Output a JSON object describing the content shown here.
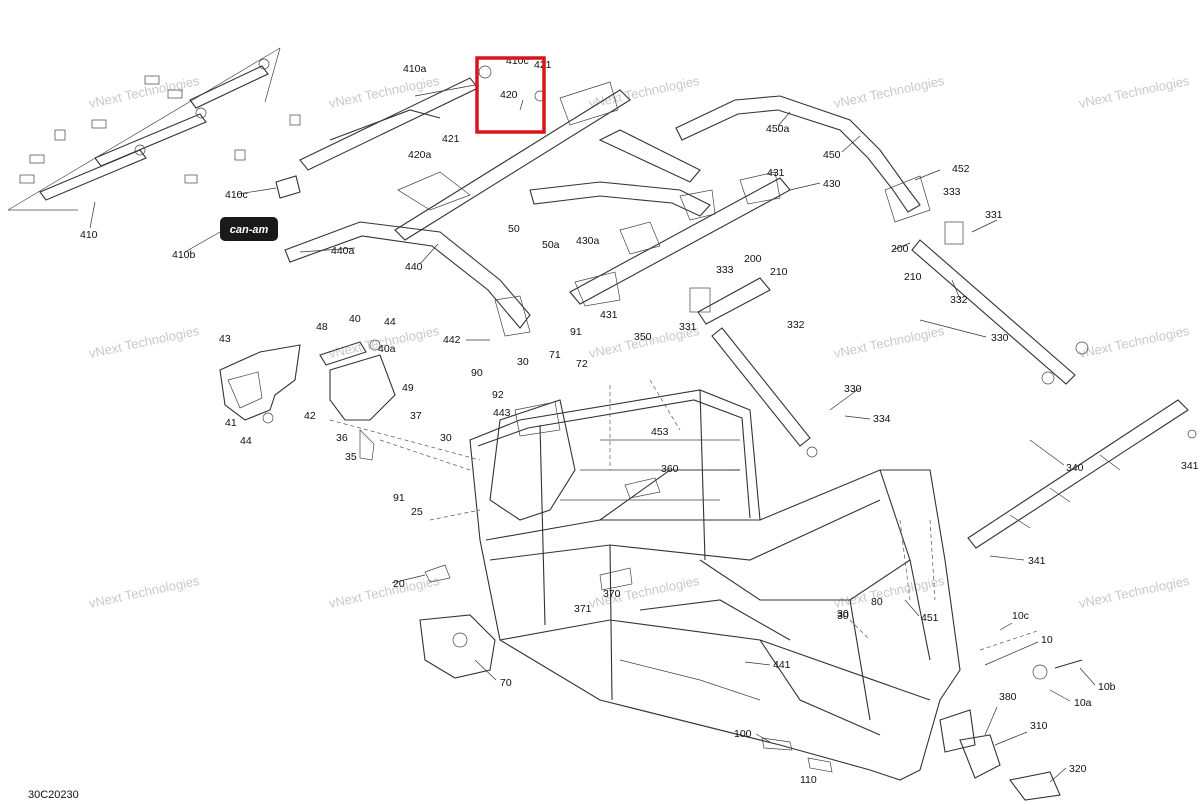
{
  "diagram": {
    "code": "30C20230",
    "highlight_color": "#d9151b",
    "logo_text": "can-am",
    "watermark_text": "vNext Technologies"
  },
  "callouts": [
    "410c",
    "421",
    "420",
    "410a",
    "410",
    "410b",
    "410c",
    "420a",
    "421",
    "50",
    "50a",
    "440a",
    "440",
    "450a",
    "450",
    "452",
    "333",
    "331",
    "200",
    "210",
    "332",
    "330",
    "430",
    "431",
    "430a",
    "431",
    "333",
    "200",
    "210",
    "332",
    "442",
    "91",
    "72",
    "71",
    "350",
    "331",
    "330",
    "334",
    "340",
    "341",
    "341",
    "43",
    "48",
    "40",
    "44",
    "40a",
    "49",
    "42",
    "41",
    "44",
    "37",
    "36",
    "35",
    "90",
    "30",
    "92",
    "443",
    "453",
    "30",
    "91",
    "25",
    "360",
    "20",
    "70",
    "370",
    "371",
    "30",
    "80",
    "30",
    "451",
    "441",
    "10c",
    "10",
    "10b",
    "10a",
    "380",
    "310",
    "320",
    "100",
    "110"
  ]
}
